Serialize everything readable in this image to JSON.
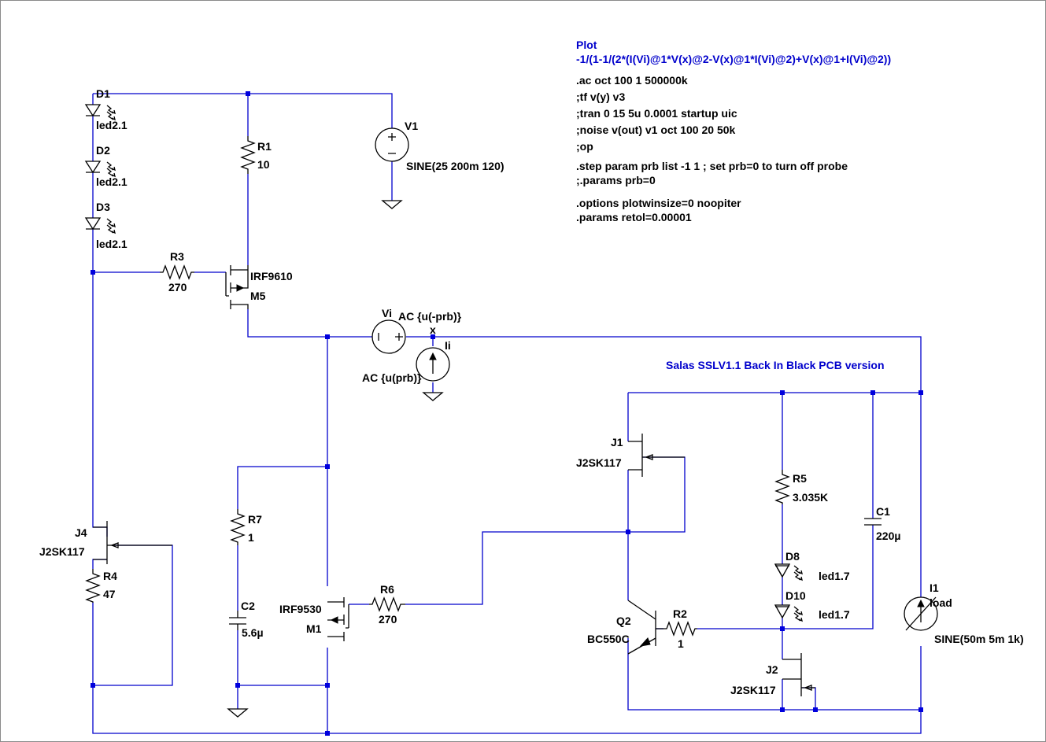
{
  "colors": {
    "wire": "#0000cc",
    "component": "#000000",
    "background": "#ffffff",
    "directive": "#0000cc"
  },
  "directives": {
    "plot_title": "Plot",
    "plot_expr": "-1/(1-1/(2*(I(Vi)@1*V(x)@2-V(x)@1*I(Vi)@2)+V(x)@1+I(Vi)@2))",
    "ac": ".ac oct 100 1 500000k",
    "tf": ";tf v(y) v3",
    "tran": ";tran 0 15 5u 0.0001 startup uic",
    "noise": ";noise v(out) v1 oct 100 20 50k",
    "op": ";op",
    "step": ".step param prb list -1 1 ; set prb=0 to turn off probe",
    "params_prb": ";.params prb=0",
    "options": ".options plotwinsize=0 noopiter",
    "params_retol": ".params retol=0.00001"
  },
  "title": "Salas SSLV1.1 Back In Black PCB version",
  "net_label_x": "x",
  "components": {
    "D1": {
      "ref": "D1",
      "value": "led2.1"
    },
    "D2": {
      "ref": "D2",
      "value": "led2.1"
    },
    "D3": {
      "ref": "D3",
      "value": "led2.1"
    },
    "R1": {
      "ref": "R1",
      "value": "10"
    },
    "V1": {
      "ref": "V1",
      "value": "SINE(25 200m 120)"
    },
    "R3": {
      "ref": "R3",
      "value": "270"
    },
    "M5": {
      "ref": "M5",
      "value": "IRF9610"
    },
    "Vi": {
      "ref": "Vi",
      "value": "AC {u(-prb)}"
    },
    "Ii": {
      "ref": "Ii",
      "value": "AC {u(prb)}"
    },
    "J1": {
      "ref": "J1",
      "value": "J2SK117"
    },
    "R5": {
      "ref": "R5",
      "value": "3.035K"
    },
    "C1": {
      "ref": "C1",
      "value": "220µ"
    },
    "J4": {
      "ref": "J4",
      "value": "J2SK117"
    },
    "R4": {
      "ref": "R4",
      "value": "47"
    },
    "R7": {
      "ref": "R7",
      "value": "1"
    },
    "C2": {
      "ref": "C2",
      "value": "5.6µ"
    },
    "M1": {
      "ref": "M1",
      "value": "IRF9530"
    },
    "R6": {
      "ref": "R6",
      "value": "270"
    },
    "D8": {
      "ref": "D8",
      "value": "led1.7"
    },
    "D10": {
      "ref": "D10",
      "value": "led1.7"
    },
    "I1": {
      "ref": "I1",
      "value": "SINE(50m 5m 1k)",
      "extra": "load"
    },
    "Q2": {
      "ref": "Q2",
      "value": "BC550C"
    },
    "R2": {
      "ref": "R2",
      "value": "1"
    },
    "J2": {
      "ref": "J2",
      "value": "J2SK117"
    }
  }
}
